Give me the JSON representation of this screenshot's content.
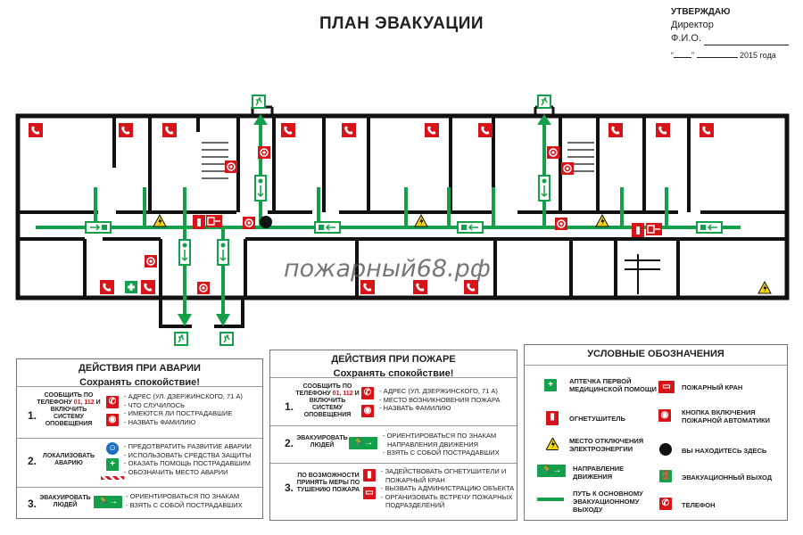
{
  "title": "ПЛАН ЭВАКУАЦИИ",
  "approval": {
    "heading": "УТВЕРЖДАЮ",
    "position": "Директор",
    "name_label": "Ф.И.О.",
    "date_quote_open": "“",
    "date_quote_close": "”",
    "year": "2015 года"
  },
  "watermark": "пожарный68.рф",
  "accident": {
    "heading": "ДЕЙСТВИЯ ПРИ АВАРИИ",
    "subheading": "Сохранять спокойствие!",
    "steps": [
      {
        "num": "1.",
        "label_pre": "СООБЩИТЬ ПО ТЕЛЕФОНУ",
        "phones": "01, 112",
        "label_post": "И ВКЛЮЧИТЬ СИСТЕМУ ОПОВЕЩЕНИЯ",
        "items": [
          "- АДРЕС (УЛ. ДЗЕРЖИНСКОГО, 71 А)",
          "- ЧТО СЛУЧИЛОСЬ",
          "- ИМЕЮТСЯ ЛИ ПОСТРАДАВШИЕ",
          "- НАЗВАТЬ ФАМИЛИЮ"
        ]
      },
      {
        "num": "2.",
        "label": "ЛОКАЛИЗОВАТЬ АВАРИЮ",
        "items": [
          "- ПРЕДОТВРАТИТЬ РАЗВИТИЕ АВАРИИ",
          "- ИСПОЛЬЗОВАТЬ СРЕДСТВА ЗАЩИТЫ",
          "- ОКАЗАТЬ ПОМОЩЬ ПОСТРАДАВШИМ",
          "- ОБОЗНАЧИТЬ МЕСТО АВАРИИ"
        ]
      },
      {
        "num": "3.",
        "label": "ЭВАКУИРОВАТЬ ЛЮДЕЙ",
        "items": [
          "- ОРИЕНТИРОВАТЬСЯ ПО ЗНАКАМ",
          "- ВЗЯТЬ С СОБОЙ ПОСТРАДАВШИХ"
        ]
      }
    ]
  },
  "fire": {
    "heading": "ДЕЙСТВИЯ ПРИ ПОЖАРЕ",
    "subheading": "Сохранять спокойствие!",
    "steps": [
      {
        "num": "1.",
        "label_pre": "СООБЩИТЬ ПО ТЕЛЕФОНУ",
        "phones": "01, 112",
        "label_post": "И ВКЛЮЧИТЬ СИСТЕМУ ОПОВЕЩЕНИЯ",
        "items": [
          "- АДРЕС (УЛ. ДЗЕРЖИНСКОГО, 71 А)",
          "- МЕСТО ВОЗНИКНОВЕНИЯ ПОЖАРА",
          "- НАЗВАТЬ ФАМИЛИЮ"
        ]
      },
      {
        "num": "2.",
        "label": "ЭВАКУИРОВАТЬ ЛЮДЕЙ",
        "items": [
          "- ОРИЕНТИРОВАТЬСЯ ПО ЗНАКАМ",
          "НАПРАВЛЕНИЯ ДВИЖЕНИЯ",
          "- ВЗЯТЬ С СОБОЙ ПОСТРАДАВШИХ"
        ]
      },
      {
        "num": "3.",
        "label": "ПО ВОЗМОЖНОСТИ ПРИНЯТЬ МЕРЫ ПО ТУШЕНИЮ ПОЖАРА",
        "items": [
          "- ЗАДЕЙСТВОВАТЬ ОГНЕТУШИТЕЛИ И",
          "ПОЖАРНЫЙ КРАН",
          "- ВЫЗВАТЬ АДМИНИСТРАЦИЮ ОБЪЕКТА",
          "- ОРГАНИЗОВАТЬ ВСТРЕЧУ ПОЖАРНЫХ",
          "ПОДРАЗДЕЛЕНИЙ"
        ]
      }
    ]
  },
  "legend": {
    "heading": "УСЛОВНЫЕ ОБОЗНАЧЕНИЯ",
    "items": [
      {
        "icon": "first-aid-icon",
        "label": "АПТЕЧКА ПЕРВОЙ МЕДИЦИНСКОЙ ПОМОЩИ"
      },
      {
        "icon": "fire-hydrant-icon",
        "label": "ПОЖАРНЫЙ КРАН"
      },
      {
        "icon": "extinguisher-icon",
        "label": "ОГНЕТУШИТЕЛЬ"
      },
      {
        "icon": "alarm-button-icon",
        "label": "КНОПКА ВКЛЮЧЕНИЯ ПОЖАРНОЙ АВТОМАТИКИ"
      },
      {
        "icon": "electricity-icon",
        "label": "МЕСТО ОТКЛЮЧЕНИЯ ЭЛЕКТРОЭНЕРГИИ"
      },
      {
        "icon": "you-are-here-icon",
        "label": "ВЫ НАХОДИТЕСЬ ЗДЕСЬ"
      },
      {
        "icon": "direction-sign-icon",
        "label": "НАПРАВЛЕНИЕ ДВИЖЕНИЯ"
      },
      {
        "icon": "exit-icon",
        "label": "ЭВАКУАЦИОННЫЙ ВЫХОД"
      },
      {
        "icon": "escape-route-icon",
        "label": "ПУТЬ К ОСНОВНОМУ ЭВАКУАЦИОННОМУ ВЫХОДУ"
      },
      {
        "icon": "phone-icon",
        "label": "ТЕЛЕФОН"
      }
    ]
  },
  "colors": {
    "route": "#14a04a",
    "sign_red": "#d7141a",
    "wall": "#111111"
  }
}
